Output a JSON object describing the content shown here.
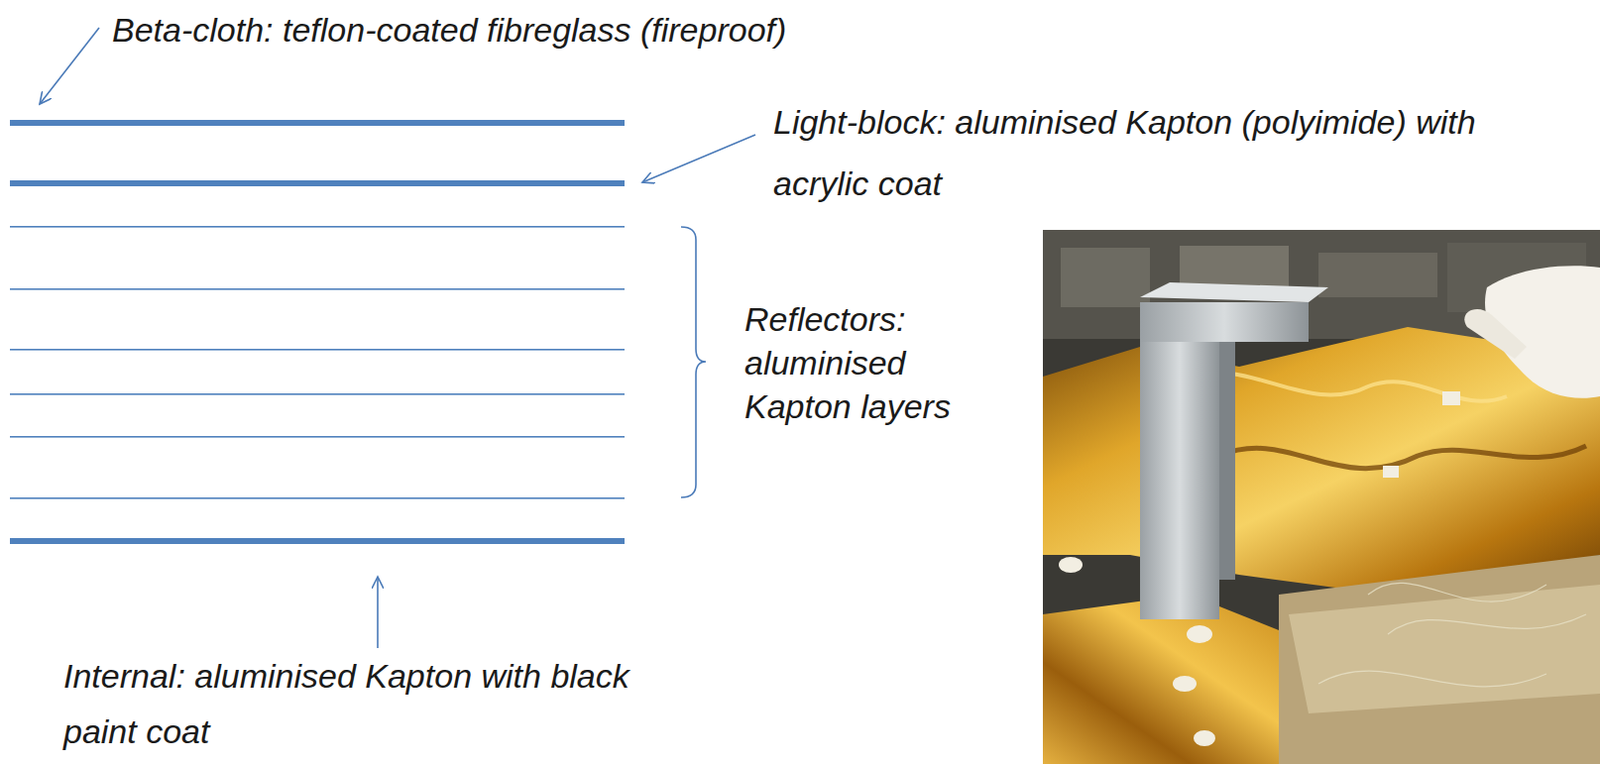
{
  "diagram": {
    "labels": [
      "Beta-cloth: teflon-coated fibreglass (fireproof)",
      "Light-block: aluminised Kapton (polyimide) with acrylic coat",
      "Reflectors: aluminised Kapton layers",
      "Internal: aluminised Kapton with black paint coat"
    ]
  }
}
